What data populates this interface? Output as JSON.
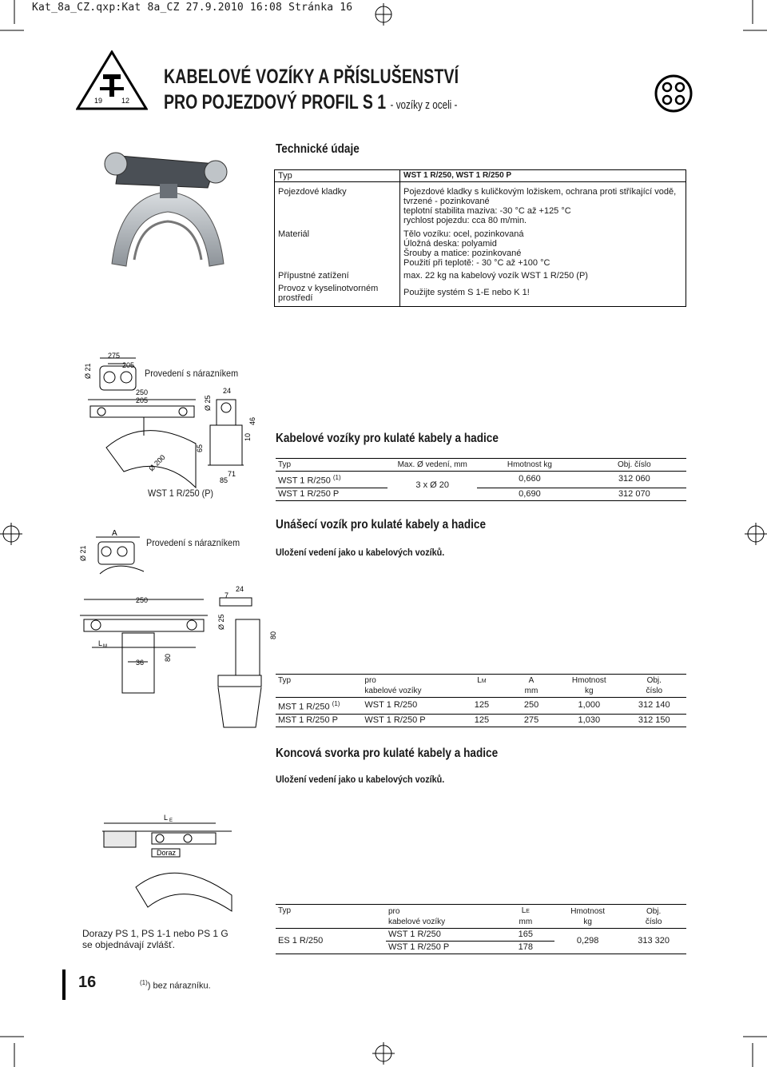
{
  "print_line": "Kat_8a_CZ.qxp:Kat 8a_CZ  27.9.2010  16:08  Stránka 16",
  "logo": {
    "left_num": "19",
    "right_num": "12"
  },
  "title": {
    "line1": "KABELOVÉ VOZÍKY A PŘÍSLUŠENSTVÍ",
    "line2": "PRO POJEZDOVÝ PROFIL S 1",
    "line2_sub": "- vozíky z oceli -"
  },
  "tech_heading": "Technické údaje",
  "spec": {
    "header_left": "Typ",
    "header_right": "WST 1 R/250, WST 1 R/250 P",
    "rows": [
      {
        "label": "Pojezdové kladky",
        "lines": [
          "Pojezdové kladky s kuličkovým ložiskem, ochrana proti stříkající vodě,",
          "tvrzené - pozinkované",
          "teplotní stabilita maziva: -30 °C až +125 °C",
          "rychlost pojezdu: cca 80 m/min."
        ]
      },
      {
        "label": "Materiál",
        "lines": [
          "Tělo vozíku: ocel, pozinkovaná",
          "Úložná deska: polyamid",
          "Šrouby a matice: pozinkované",
          "Použití při teplotě: - 30 °C až +100 °C"
        ]
      },
      {
        "label": "Přípustné zatížení",
        "lines": [
          "max. 22 kg na kabelový vozík WST 1 R/250 (P)"
        ]
      },
      {
        "label": "Provoz v kyselinotvorném prostředí",
        "lines": [
          "Použijte systém S 1-E nebo K 1!"
        ]
      }
    ]
  },
  "section1": {
    "caption_buffer": "Provedení s nárazníkem",
    "caption_model": "WST 1 R/250 (P)",
    "dims": [
      "275",
      "205",
      "Ø 21",
      "250",
      "205",
      "24",
      "Ø 25",
      "46",
      "10",
      "65",
      "Ø 200",
      "71",
      "85"
    ],
    "heading": "Kabelové vozíky pro kulaté kabely a hadice",
    "table": {
      "headers": [
        "Typ",
        "Max. Ø vedení, mm",
        "Hmotnost kg",
        "Obj. číslo"
      ],
      "rows": [
        {
          "typ": "WST 1 R/250",
          "sup": "(1)",
          "hmotnost": "0,660",
          "cislo": "312 060"
        },
        {
          "typ": "WST 1 R/250 P",
          "sup": "",
          "hmotnost": "0,690",
          "cislo": "312 070"
        }
      ],
      "shared": "3 x Ø 20"
    }
  },
  "section2": {
    "caption_buffer": "Provedení s nárazníkem",
    "dims": [
      "A",
      "Ø 21",
      "250",
      "24",
      "7",
      "Ø 25",
      "80",
      "L",
      "M",
      "36",
      "80"
    ],
    "heading": "Unášecí vozík pro kulaté kabely a hadice",
    "subheading": "Uložení vedení jako u kabelových vozíků.",
    "table": {
      "headers": [
        "Typ",
        "pro",
        "kabelové vozíky",
        "L",
        "M",
        "A",
        "mm",
        "Hmotnost",
        "kg",
        "Obj.",
        "číslo"
      ],
      "rows": [
        {
          "typ": "MST 1 R/250",
          "sup": "(1)",
          "pro": "WST 1 R/250",
          "lm": "125",
          "a": "250",
          "hmotnost": "1,000",
          "cislo": "312 140"
        },
        {
          "typ": "MST 1 R/250 P",
          "sup": "",
          "pro": "WST 1 R/250 P",
          "lm": "125",
          "a": "275",
          "hmotnost": "1,030",
          "cislo": "312 150"
        }
      ]
    }
  },
  "section3": {
    "heading": "Koncová svorka pro kulaté kabely a hadice",
    "subheading": "Uložení vedení jako u kabelových vozíků.",
    "dims": [
      "L",
      "E",
      "Doraz"
    ],
    "note_lines": [
      "Dorazy PS 1, PS 1-1 nebo PS 1 G",
      "se objednávají zvlášť."
    ],
    "table": {
      "headers": [
        "Typ",
        "pro",
        "kabelové vozíky",
        "L",
        "E",
        "mm",
        "Hmotnost",
        "kg",
        "Obj.",
        "číslo"
      ],
      "typ": "ES 1 R/250",
      "rows": [
        {
          "pro": "WST 1 R/250",
          "le": "165"
        },
        {
          "pro": "WST 1 R/250 P",
          "le": "178"
        }
      ],
      "hmotnost": "0,298",
      "cislo": "313 320"
    }
  },
  "footer": {
    "page": "16",
    "note_sup": "(1)",
    "note": ") bez nárazníku."
  }
}
